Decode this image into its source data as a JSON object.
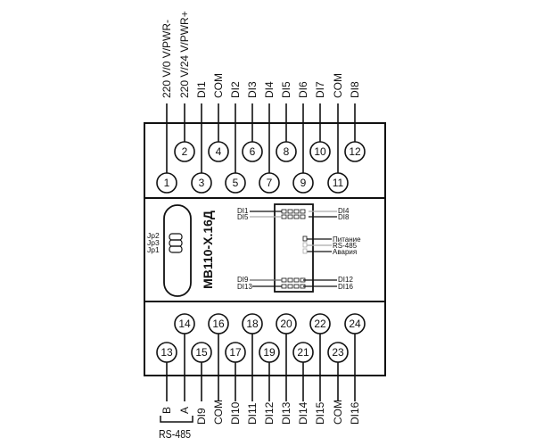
{
  "device": {
    "model": "МВ110-Х.16Д",
    "colors": {
      "line": "#111111",
      "background": "#ffffff",
      "faint_line": "#999999"
    }
  },
  "top_terminals": [
    {
      "pin": "1",
      "label": "220 V/0 V/PWR-"
    },
    {
      "pin": "2",
      "label": "220 V/24 V/PWR+"
    },
    {
      "pin": "3",
      "label": "DI1"
    },
    {
      "pin": "4",
      "label": "COM"
    },
    {
      "pin": "5",
      "label": "DI2"
    },
    {
      "pin": "6",
      "label": "DI3"
    },
    {
      "pin": "7",
      "label": "DI4"
    },
    {
      "pin": "8",
      "label": "DI5"
    },
    {
      "pin": "9",
      "label": "DI6"
    },
    {
      "pin": "10",
      "label": "DI7"
    },
    {
      "pin": "11",
      "label": "COM"
    },
    {
      "pin": "12",
      "label": "DI8"
    }
  ],
  "bottom_terminals": [
    {
      "pin": "13",
      "label": "B"
    },
    {
      "pin": "14",
      "label": "A"
    },
    {
      "pin": "15",
      "label": "DI9"
    },
    {
      "pin": "16",
      "label": "COM"
    },
    {
      "pin": "17",
      "label": "DI10"
    },
    {
      "pin": "18",
      "label": "DI11"
    },
    {
      "pin": "19",
      "label": "DI12"
    },
    {
      "pin": "20",
      "label": "DI13"
    },
    {
      "pin": "21",
      "label": "DI14"
    },
    {
      "pin": "22",
      "label": "DI15"
    },
    {
      "pin": "23",
      "label": "COM"
    },
    {
      "pin": "24",
      "label": "DI16"
    }
  ],
  "bus_bracket_label": "RS-485",
  "jumpers": [
    "Jp2",
    "Jp3",
    "Jp1"
  ],
  "indicator_panel": {
    "left_top": [
      "DI1",
      "DI5"
    ],
    "right_top": [
      "DI4",
      "DI8"
    ],
    "status": [
      "Питание",
      "RS-485",
      "Авария"
    ],
    "left_bottom": [
      "DI9",
      "DI13"
    ],
    "right_bottom": [
      "DI12",
      "DI16"
    ]
  }
}
